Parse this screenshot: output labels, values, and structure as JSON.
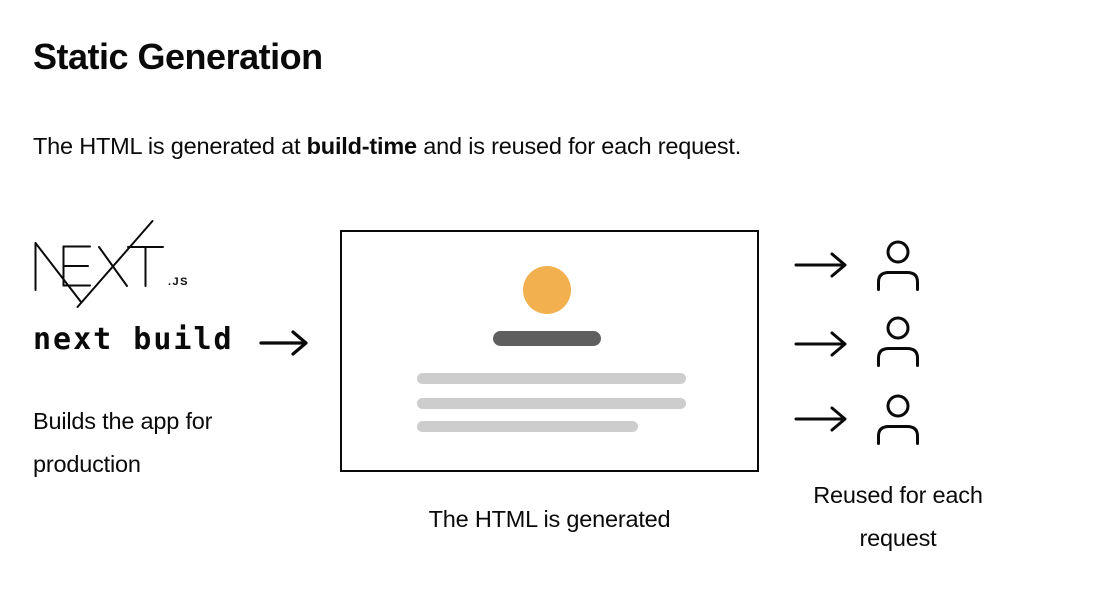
{
  "header": {
    "title": "Static Generation",
    "subtitle": {
      "prefix": "The HTML is generated at ",
      "bold": "build-time",
      "suffix": " and is reused for each request."
    }
  },
  "build_side": {
    "logo": {
      "brand": "NEXT",
      "suffix": ".JS"
    },
    "command": "next build",
    "description": "Builds the app for production"
  },
  "page_preview": {
    "caption": "The HTML is generated",
    "elements": [
      "avatar-circle",
      "heading-bar",
      "text-line",
      "text-line",
      "text-line-short"
    ]
  },
  "requests": {
    "count": 3,
    "caption": "Reused for each request"
  },
  "colors": {
    "avatar_circle": "#F2B04F",
    "heading_bar": "#5F5F5F",
    "text_bar": "#CDCDCD",
    "ink": "#0A0A0A"
  }
}
